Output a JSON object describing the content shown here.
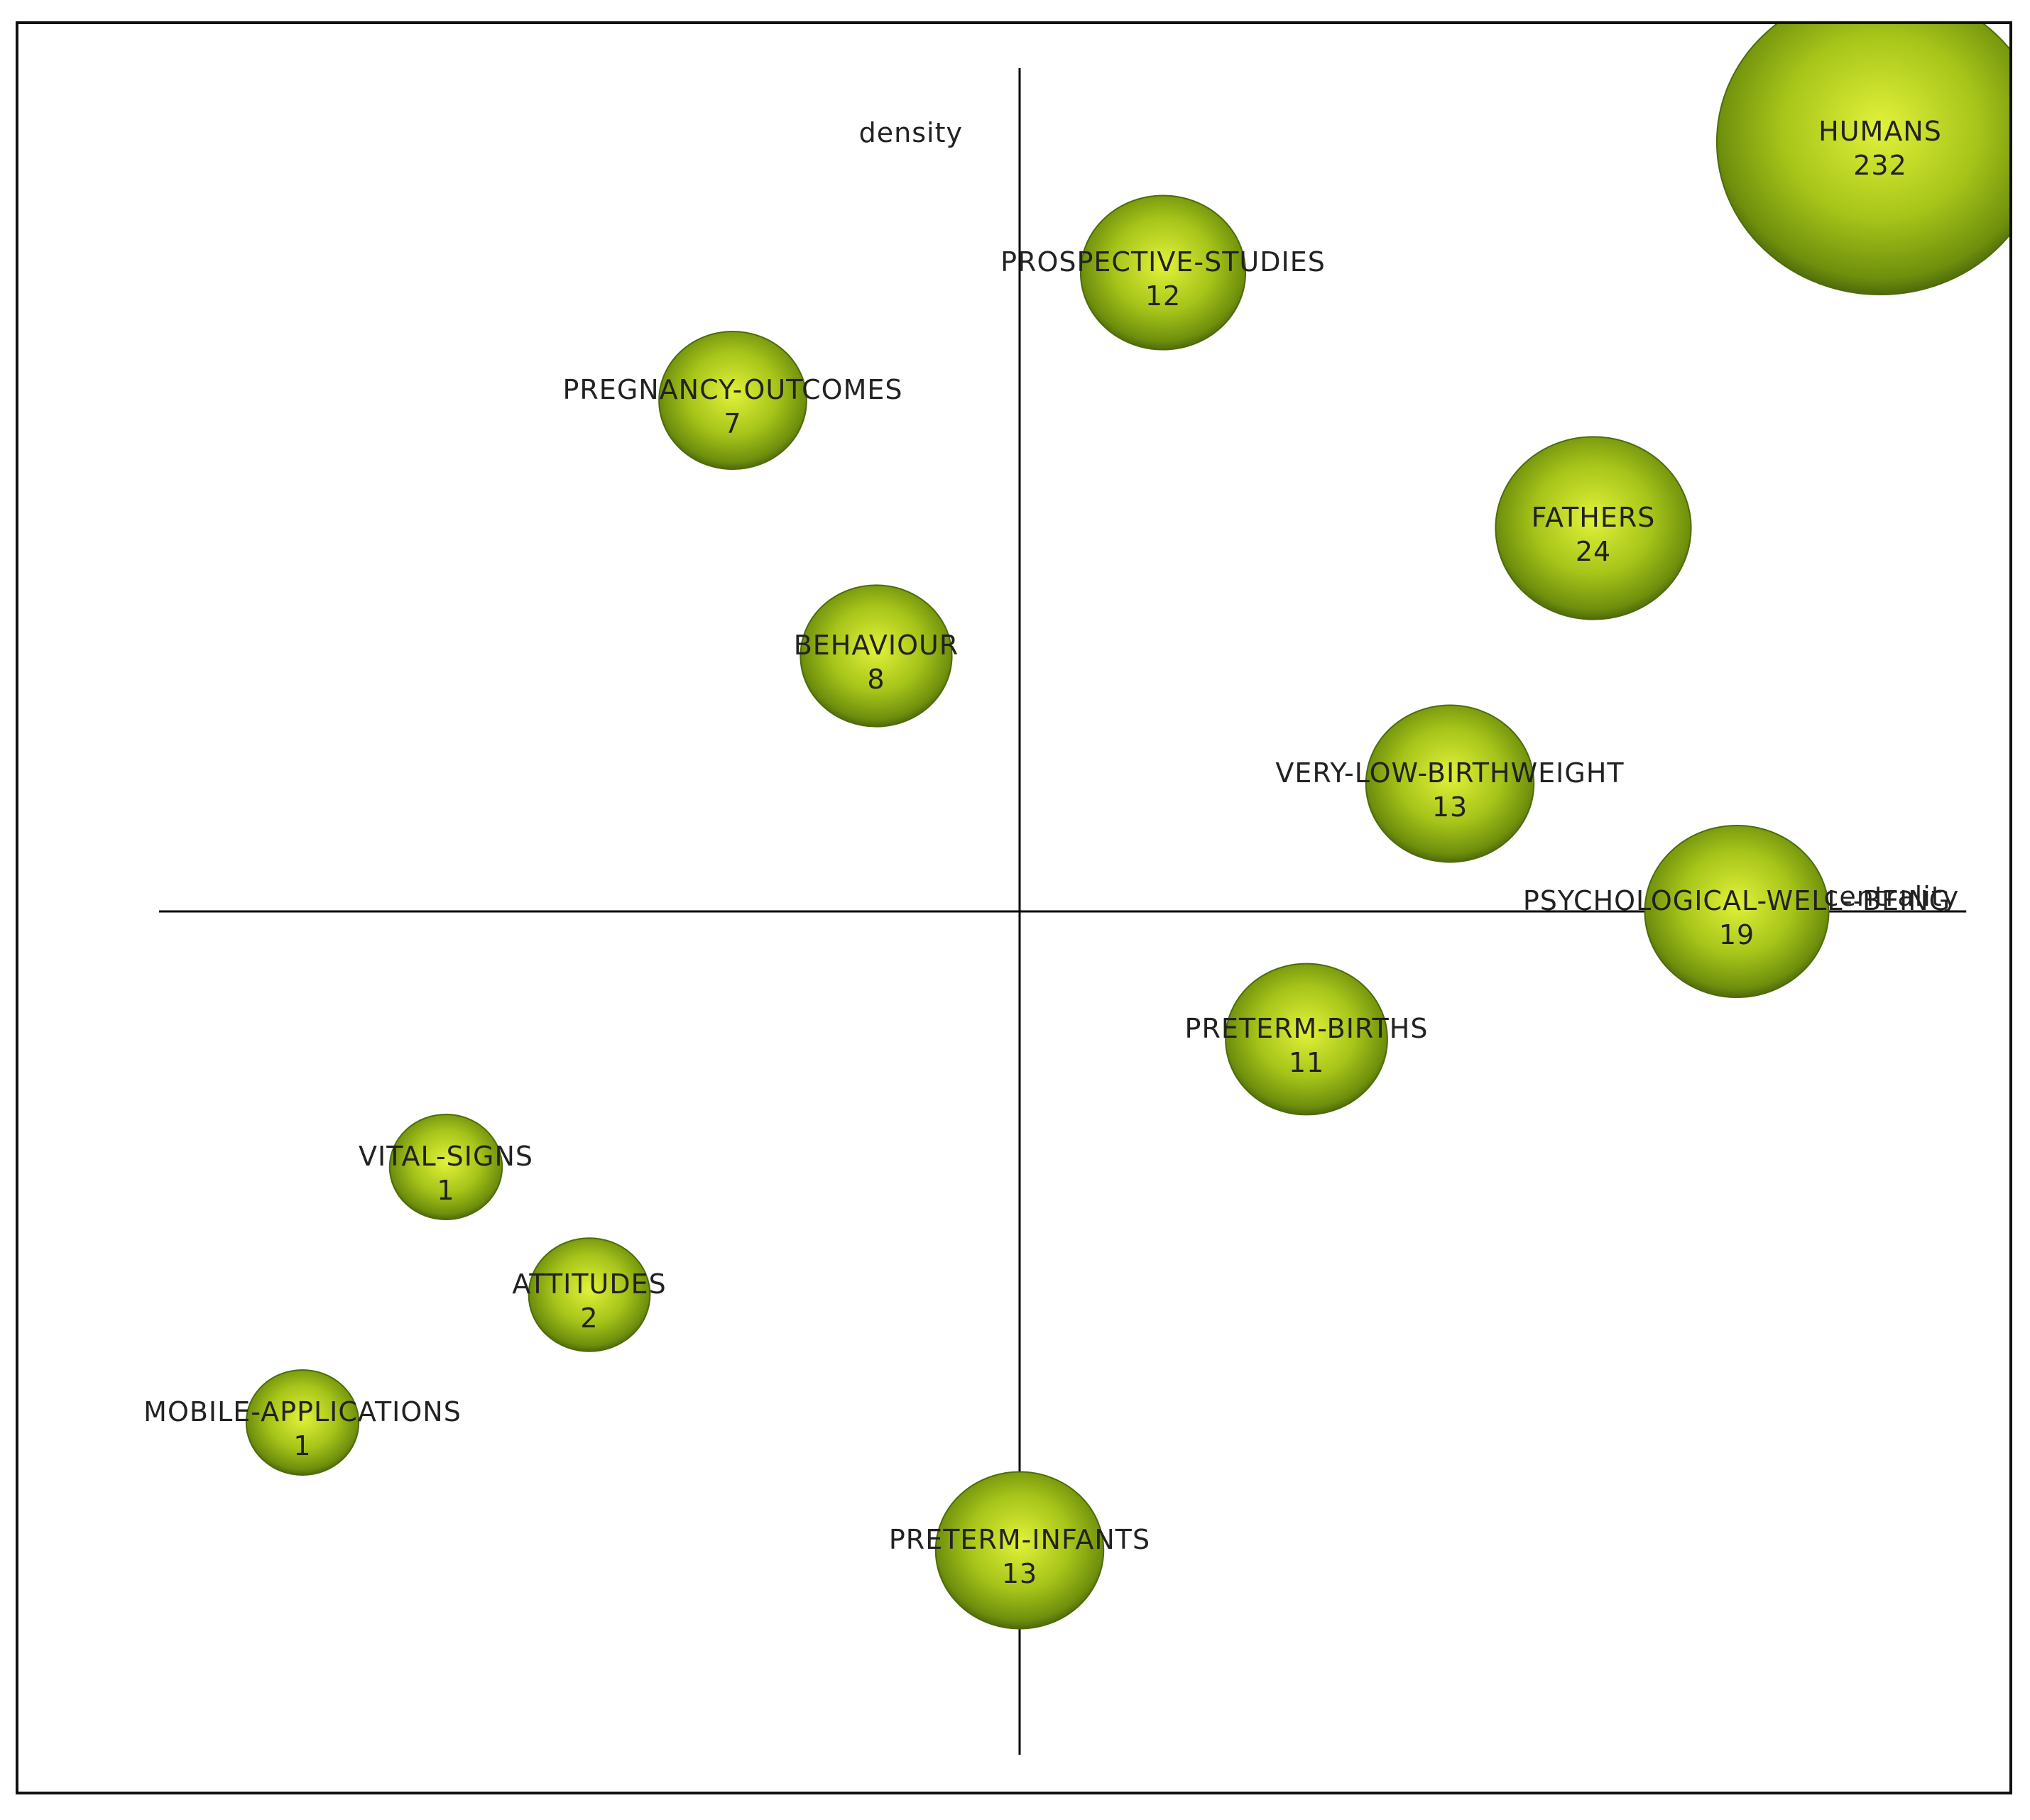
{
  "chart_data": {
    "type": "scatter",
    "title": "",
    "xlabel": "",
    "ylabel": "density",
    "xlim": [
      -6,
      6
    ],
    "ylim": [
      -6,
      6
    ],
    "grid": false,
    "legend": "none",
    "bubble_color": "#a6c419",
    "bubble_edge_color": "#4e6b0a",
    "x_axis_extent": [
      -6,
      6
    ],
    "y_axis_extent": [
      -6,
      6
    ],
    "points": [
      {
        "label": "HUMANS",
        "count": "232",
        "x": 6.0,
        "y": 6.0
      },
      {
        "label": "PROSPECTIVE-STUDIES",
        "count": "12",
        "x": 1.0,
        "y": 5.0
      },
      {
        "label": "PREGNANCY-OUTCOMES",
        "count": "7",
        "x": -2.0,
        "y": 4.0
      },
      {
        "label": "FATHERS",
        "count": "24",
        "x": 4.0,
        "y": 3.0
      },
      {
        "label": "BEHAVIOUR",
        "count": "8",
        "x": -1.0,
        "y": 2.0
      },
      {
        "label": "VERY-LOW-BIRTHWEIGHT",
        "count": "13",
        "x": 3.0,
        "y": 1.0
      },
      {
        "label": "PSYCHOLOGICAL-WELL--BEING",
        "count": "19",
        "x": 5.0,
        "y": 0.0
      },
      {
        "label": "PRETERM-BIRTHS",
        "count": "11",
        "x": 2.0,
        "y": -1.0
      },
      {
        "label": "VITAL-SIGNS",
        "count": "1",
        "x": -4.0,
        "y": -2.0
      },
      {
        "label": "ATTITUDES",
        "count": "2",
        "x": -3.0,
        "y": -3.0
      },
      {
        "label": "MOBILE-APPLICATIONS",
        "count": "1",
        "x": -5.0,
        "y": -4.0
      },
      {
        "label": "PRETERM-INFANTS",
        "count": "13",
        "x": 0.0,
        "y": -5.0
      }
    ],
    "x_axis_label_right": "centrality"
  }
}
